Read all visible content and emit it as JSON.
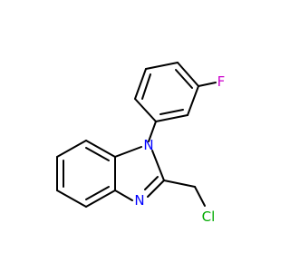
{
  "molecule": {
    "atoms": {
      "N1": {
        "label": "N",
        "color": "#0000ff"
      },
      "N3": {
        "label": "N",
        "color": "#0000ff"
      },
      "F": {
        "label": "F",
        "color": "#cc00cc"
      },
      "Cl": {
        "label": "Cl",
        "color": "#00aa00"
      }
    },
    "bond_color": "#000000"
  }
}
